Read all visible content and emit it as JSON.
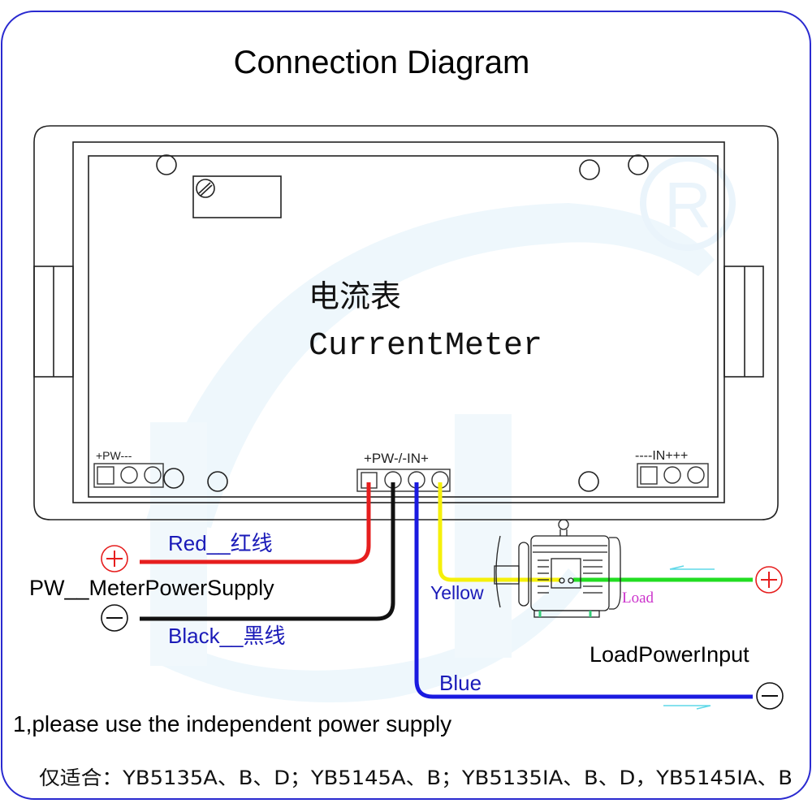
{
  "title": "Connection Diagram",
  "meter": {
    "label_cn": "电流表",
    "label_en": "CurrentMeter",
    "connector_left_label": "+PW---",
    "connector_center_label": "+PW-/-IN+",
    "connector_right_label": "----IN+++"
  },
  "wires": {
    "red_label": "Red__红线",
    "black_label": "Black__黑线",
    "yellow_label": "Yellow",
    "blue_label": "Blue",
    "load_label": "Load"
  },
  "power": {
    "meter_supply_label": "PW__MeterPowerSupply",
    "load_input_label": "LoadPowerInput",
    "plus_symbol": "+",
    "minus_symbol": "−"
  },
  "notes": {
    "note1": "1,please use the independent power supply",
    "compatibility": "仅适合：YB5135A、B、D；YB5145A、B；YB5135IA、B、D，YB5145IA、B"
  },
  "watermark": {
    "registered_symbol": "R"
  },
  "colors": {
    "frame": "#2a2ad0",
    "red_wire": "#e61e1e",
    "black_wire": "#111111",
    "blue_wire": "#1a1ae0",
    "yellow_wire": "#f5f00a",
    "green_wire": "#22dd22",
    "label_blue": "#1a1ab8",
    "load_magenta": "#cc33cc",
    "arrow_cyan": "#5fd8e8",
    "watermark": "#eef7fc"
  }
}
